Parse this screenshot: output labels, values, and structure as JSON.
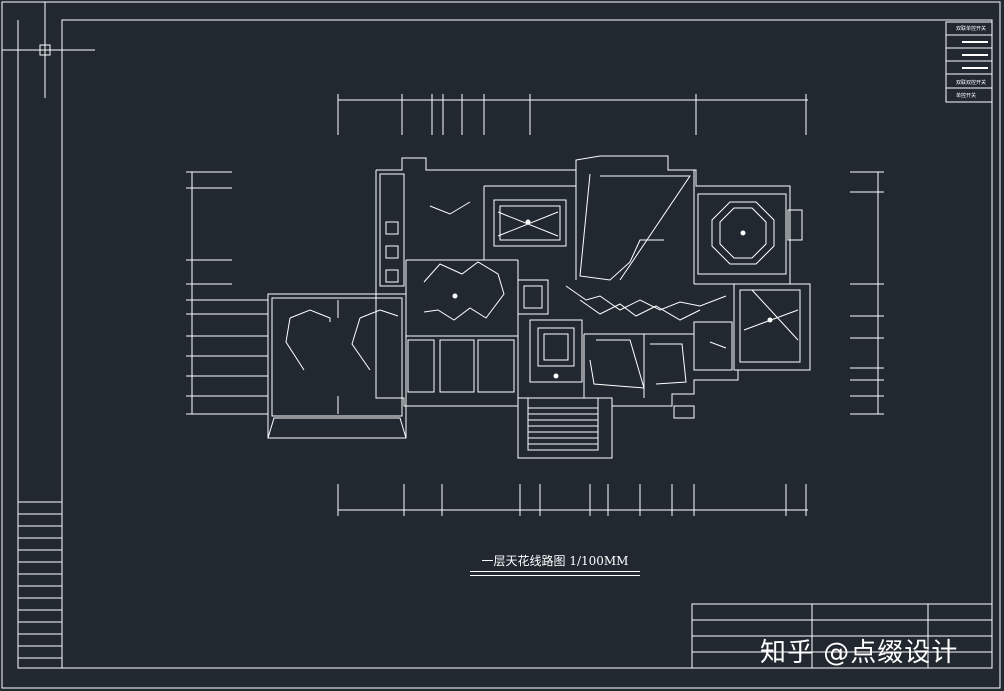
{
  "drawing": {
    "title": "一层天花线路图 1/100MM",
    "watermark": "知乎 @点缀设计"
  },
  "legend": {
    "items": [
      "双联单控开关",
      "",
      "",
      "",
      "双联双控开关",
      "单控开关"
    ]
  },
  "colors": {
    "background": "#212830",
    "lines": "#ffffff"
  }
}
